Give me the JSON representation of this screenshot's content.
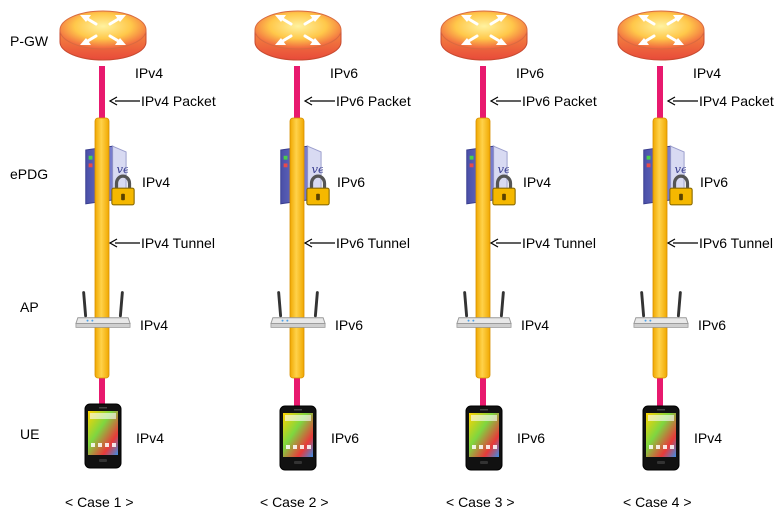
{
  "row_labels": {
    "pgw": "P-GW",
    "epdg": "ePDG",
    "ap": "AP",
    "ue": "UE"
  },
  "cases": [
    {
      "caption": "< Case 1 >",
      "pgw_ip": "IPv4",
      "packet": "IPv4 Packet",
      "epdg_ip": "IPv4",
      "tunnel": "IPv4 Tunnel",
      "ap_ip": "IPv4",
      "ue_ip": "IPv4"
    },
    {
      "caption": "< Case 2 >",
      "pgw_ip": "IPv6",
      "packet": "IPv6 Packet",
      "epdg_ip": "IPv6",
      "tunnel": "IPv6 Tunnel",
      "ap_ip": "IPv6",
      "ue_ip": "IPv6"
    },
    {
      "caption": "< Case 3 >",
      "pgw_ip": "IPv6",
      "packet": "IPv6 Packet",
      "epdg_ip": "IPv4",
      "tunnel": "IPv4 Tunnel",
      "ap_ip": "IPv4",
      "ue_ip": "IPv6"
    },
    {
      "caption": "< Case 4 >",
      "pgw_ip": "IPv4",
      "packet": "IPv4 Packet",
      "epdg_ip": "IPv6",
      "tunnel": "IPv6 Tunnel",
      "ap_ip": "IPv6",
      "ue_ip": "IPv4"
    }
  ],
  "colors": {
    "packet_line": "#e8196e",
    "tunnel": "#ffc000",
    "router_center": "#ffe27a",
    "router_edge": "#f06a45",
    "server_blue": "#5a5fb3",
    "lock_body": "#f5b800"
  },
  "icons": {
    "router": "router-icon",
    "server": "server-icon",
    "lock": "lock-icon",
    "access_point": "access-point-icon",
    "phone": "phone-icon",
    "arrow": "arrow-left-icon"
  }
}
